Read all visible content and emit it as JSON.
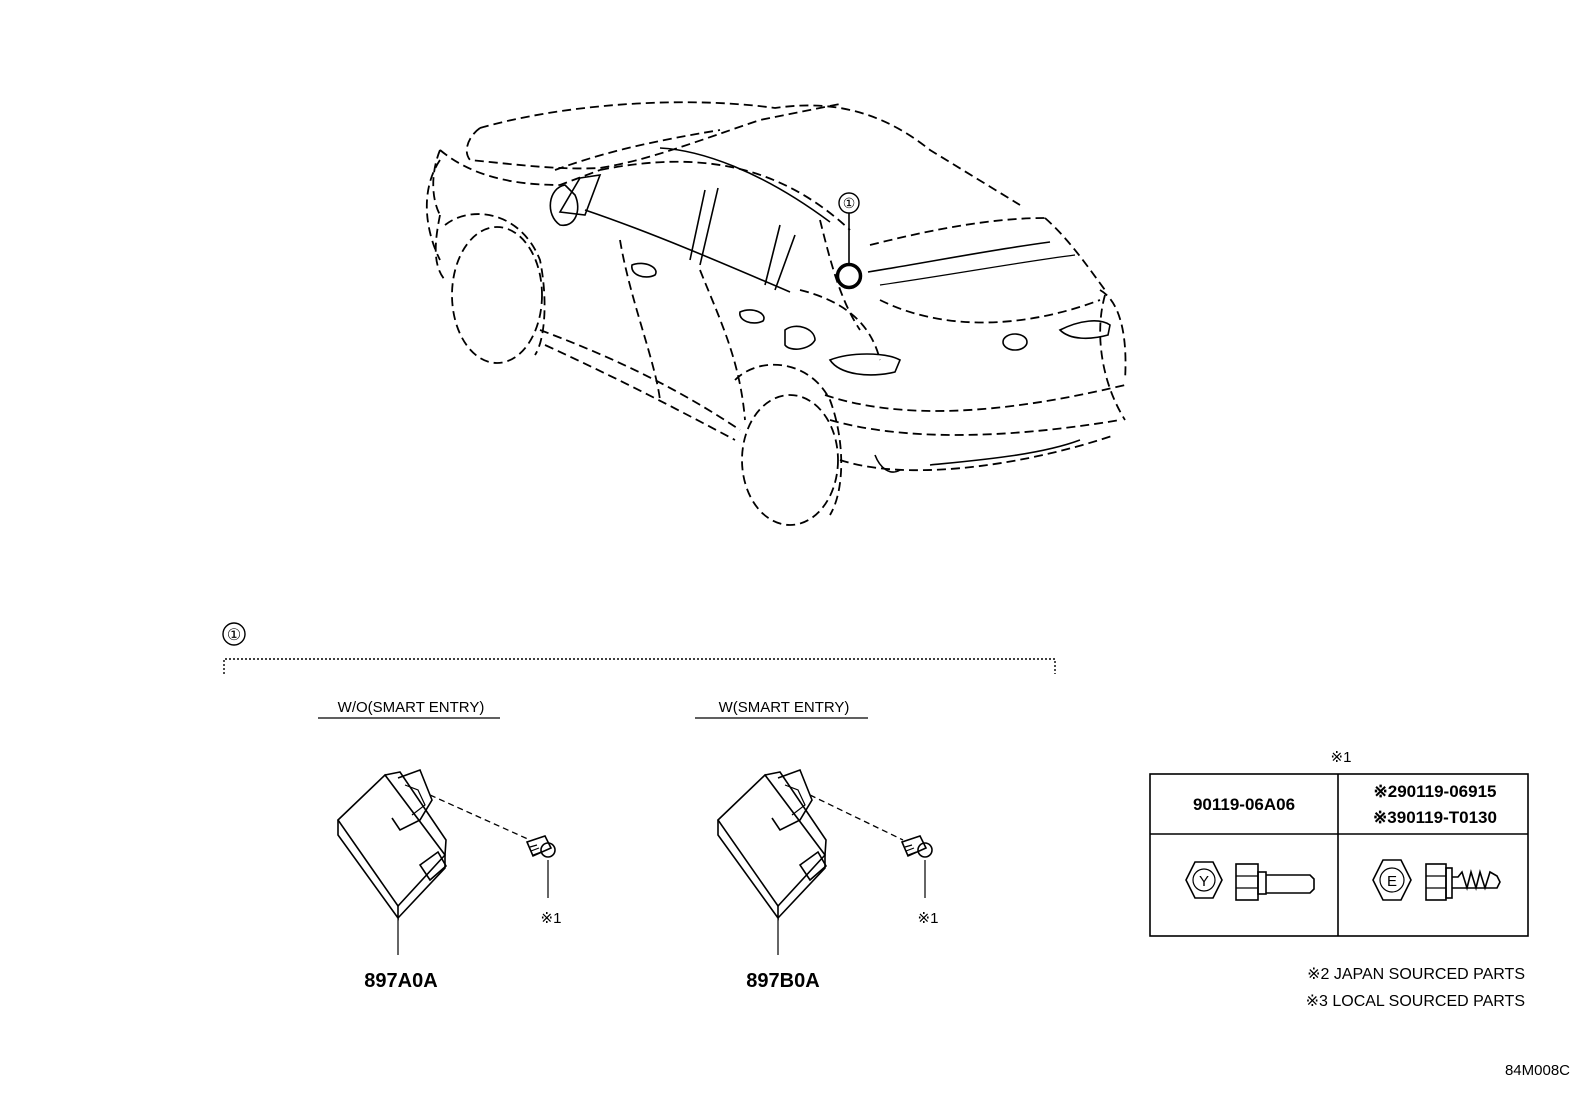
{
  "callout": {
    "number": "①"
  },
  "section": {
    "number": "①"
  },
  "variants": [
    {
      "condition": "W/O(SMART ENTRY)",
      "part_number": "897A0A",
      "fastener_ref": "※1"
    },
    {
      "condition": "W(SMART ENTRY)",
      "part_number": "897B0A",
      "fastener_ref": "※1"
    }
  ],
  "fastener_table": {
    "title": "※1",
    "columns": [
      {
        "lines": [
          "90119-06A06"
        ],
        "head_mark": "Y"
      },
      {
        "lines": [
          "※290119-06915",
          "※390119-T0130"
        ],
        "head_mark": "E"
      }
    ]
  },
  "notes": [
    "※2 JAPAN SOURCED PARTS",
    "※3 LOCAL SOURCED PARTS"
  ],
  "diagram_code": "84M008C",
  "icons": [
    "car-outline-icon",
    "module-icon",
    "bolt-icon",
    "flange-bolt-icon"
  ]
}
